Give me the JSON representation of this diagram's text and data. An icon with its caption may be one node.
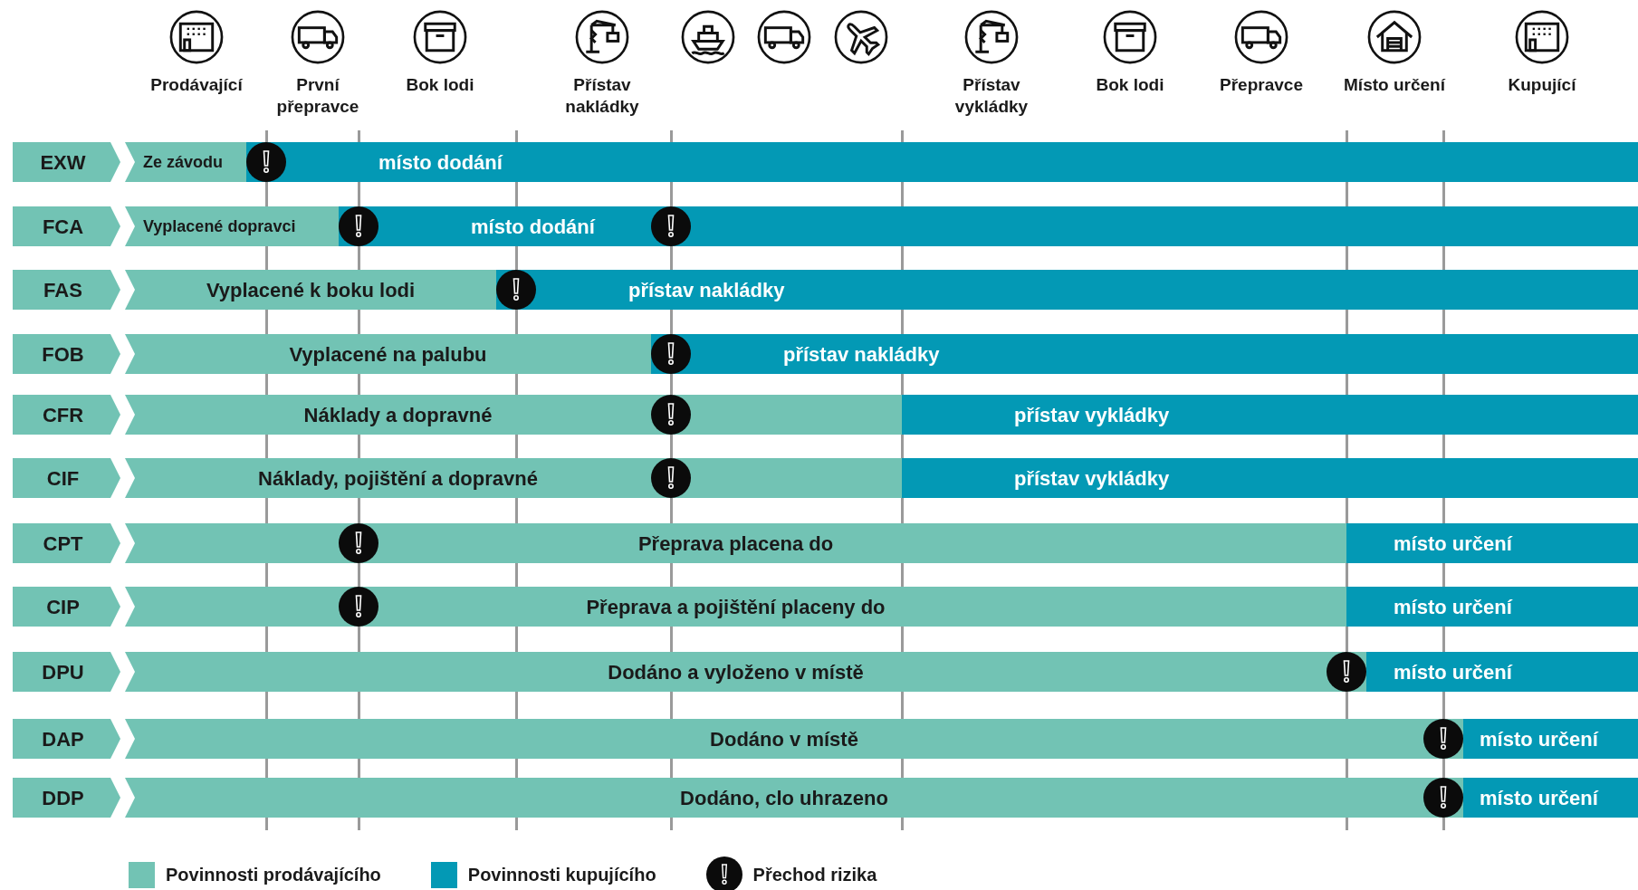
{
  "diagram": {
    "nodes": [
      {
        "text": [
          "Prodávající"
        ]
      },
      {
        "text": [
          "První přepravce"
        ]
      },
      {
        "text": [
          "Bok lodi"
        ]
      },
      {
        "text": [
          "Přístav nakládky"
        ]
      },
      {
        "text": [],
        "shape": "picture"
      },
      {
        "text": [],
        "shape": "picture"
      },
      {
        "text": [],
        "shape": "picture"
      },
      {
        "text": [
          "Přístav vykládky"
        ]
      },
      {
        "text": [
          "Bok lodi"
        ]
      },
      {
        "text": [
          "Přepravce"
        ]
      },
      {
        "text": [
          "Místo určení"
        ]
      },
      {
        "text": [
          "Kupující"
        ]
      },
      {
        "text": [
          "EXW"
        ]
      },
      {
        "text": [
          "Ze závodu"
        ]
      },
      {
        "text": [
          "místo dodání"
        ]
      },
      {
        "text": [
          "FCA"
        ]
      },
      {
        "text": [
          "Vyplacené dopravci"
        ]
      },
      {
        "text": [
          "místo dodání"
        ]
      },
      {
        "text": [
          "FAS"
        ]
      },
      {
        "text": [
          "Vyplacené k boku lodi"
        ]
      },
      {
        "text": [
          "přístav nakládky"
        ]
      },
      {
        "text": [
          "FOB"
        ]
      },
      {
        "text": [
          "Vyplacené na palubu"
        ]
      },
      {
        "text": [
          "přístav nakládky"
        ]
      },
      {
        "text": [
          "CFR"
        ]
      },
      {
        "text": [
          "Náklady a dopravné"
        ]
      },
      {
        "text": [
          "přístav vykládky"
        ]
      },
      {
        "text": [
          "CIF"
        ]
      },
      {
        "text": [
          "Náklady, pojištění a dopravné"
        ]
      },
      {
        "text": [
          "přístav vykládky"
        ]
      },
      {
        "text": [
          "CPT"
        ]
      },
      {
        "text": [
          "Přeprava placena do"
        ]
      },
      {
        "text": [
          "místo určení"
        ]
      },
      {
        "text": [
          "CIP"
        ]
      },
      {
        "text": [
          "Přeprava a pojištění placeny do"
        ]
      },
      {
        "text": [
          "místo určení"
        ]
      },
      {
        "text": [
          "DPU"
        ]
      },
      {
        "text": [
          "Dodáno a vyloženo v místě"
        ]
      },
      {
        "text": [
          "místo určení"
        ]
      },
      {
        "text": [
          "DAP"
        ]
      },
      {
        "text": [
          "Dodáno v místě"
        ]
      },
      {
        "text": [
          "místo určení"
        ]
      },
      {
        "text": [
          "DDP"
        ]
      },
      {
        "text": [
          "Dodáno, clo uhrazeno"
        ]
      },
      {
        "text": [
          "místo určení"
        ]
      }
    ],
    "legend": [
      {
        "text": "Povinnosti prodávajícího",
        "color": "#72c3b4"
      },
      {
        "text": "Povinnosti kupujícího",
        "color": "#0399b5"
      },
      {
        "text": "Přechod rizika"
      }
    ]
  }
}
